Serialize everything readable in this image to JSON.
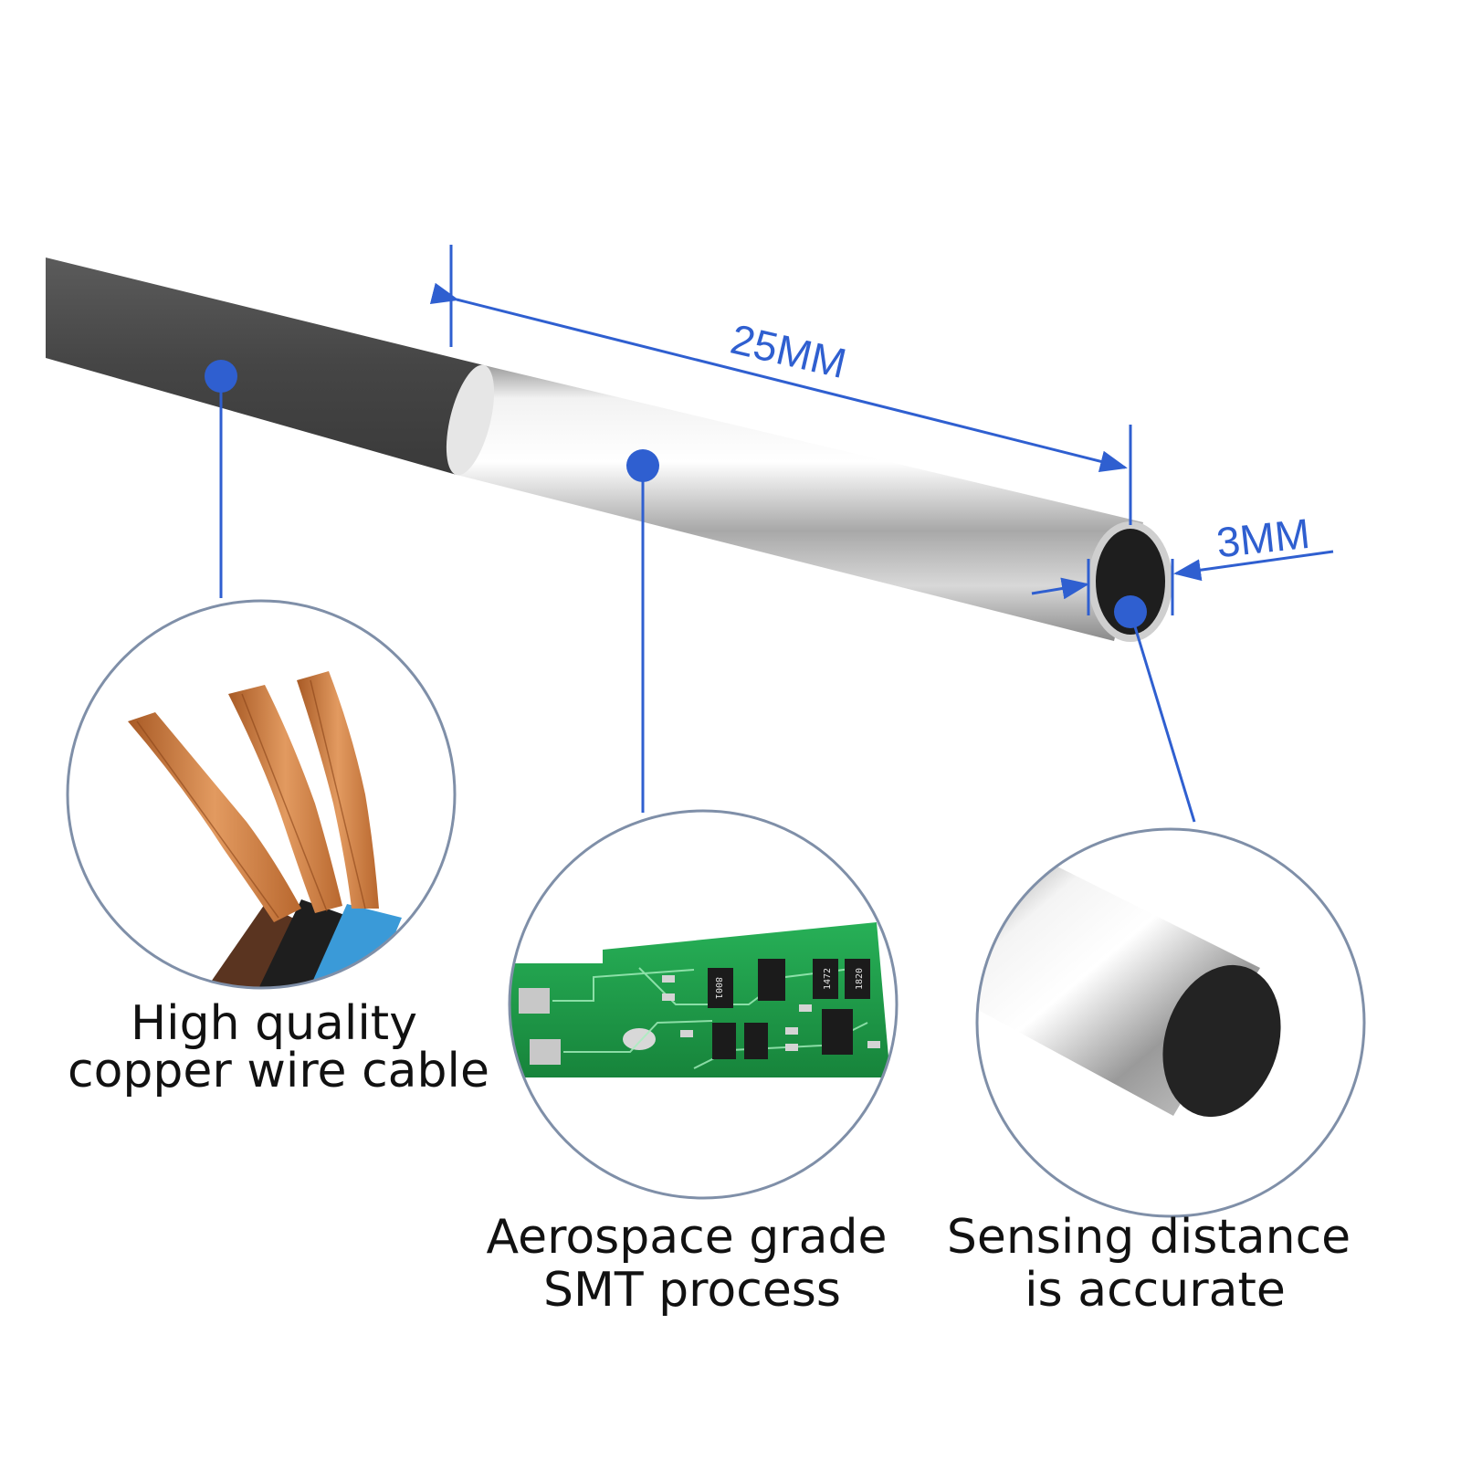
{
  "dimensions": {
    "length_label": "25MM",
    "diameter_label": "3MM"
  },
  "features": [
    {
      "id": "cable",
      "lines": [
        "High quality",
        "copper wire cable"
      ]
    },
    {
      "id": "smt",
      "lines": [
        "Aerospace grade",
        "SMT process"
      ]
    },
    {
      "id": "sensing",
      "lines": [
        "Sensing distance",
        "is accurate"
      ]
    }
  ],
  "pcb": {
    "chip_labels": [
      "8001",
      "1472",
      "1820"
    ]
  },
  "colors": {
    "accent": "#2f5fd0",
    "cable": "#4a4a4a",
    "copper": "#c8773f",
    "pcb": "#1f9a48"
  },
  "icons": {
    "callout_dot": "filled-circle",
    "dimension_arrow": "arrowhead"
  }
}
